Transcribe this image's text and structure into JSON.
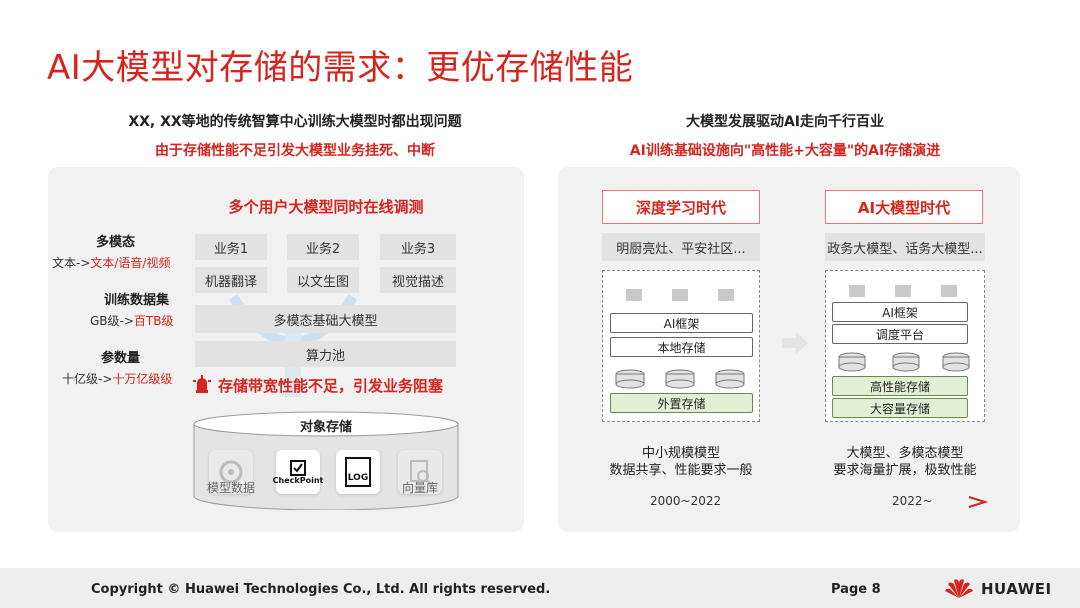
{
  "title": "AI大模型对存储的需求：更优存储性能",
  "left": {
    "heading": "XX, XX等地的传统智算中心训练大模型时都出现问题",
    "subheading": "由于存储性能不足引发大模型业务挂死、中断",
    "panel_title": "多个用户大模型同时在线调测",
    "labels": {
      "multimodal": "多模态",
      "multimodal_detail_prefix": "文本->",
      "multimodal_detail_red": "文本/语音/视频",
      "dataset": "训练数据集",
      "dataset_detail_prefix": "GB级->",
      "dataset_detail_red": "百TB级",
      "params": "参数量",
      "params_detail_prefix": "十亿级->",
      "params_detail_red": "十万亿级级"
    },
    "services": [
      "业务1",
      "业务2",
      "业务3"
    ],
    "apps": [
      "机器翻译",
      "以文生图",
      "视觉描述"
    ],
    "foundation": "多模态基础大模型",
    "compute": "算力池",
    "alert": "存储带宽性能不足，引发业务阻塞",
    "storage_title": "对象存储",
    "storage_items": [
      {
        "label": "模型数据",
        "icon": "model-data-icon"
      },
      {
        "label": "CheckPoint",
        "icon": "checkpoint-icon"
      },
      {
        "label": "LOG",
        "icon": "log-icon"
      },
      {
        "label": "向量库",
        "icon": "vector-db-icon"
      }
    ]
  },
  "right": {
    "heading": "大模型发展驱动AI走向千行百业",
    "subheading": "AI训练基础设施向\"高性能+大容量\"的AI存储演进",
    "eras": [
      {
        "name": "深度学习时代",
        "examples": "明厨亮灶、平安社区...",
        "layers": [
          "AI框架",
          "本地存储"
        ],
        "bottom": [
          "外置存储"
        ],
        "caption_line1": "中小规模模型",
        "caption_line2": "数据共享、性能要求一般",
        "period": "2000~2022"
      },
      {
        "name": "AI大模型时代",
        "examples": "政务大模型、话务大模型...",
        "layers": [
          "AI框架",
          "调度平台"
        ],
        "bottom": [
          "高性能存储",
          "大容量存储"
        ],
        "caption_line1": "大模型、多模态模型",
        "caption_line2": "要求海量扩展，极致性能",
        "period": "2022~"
      }
    ]
  },
  "footer": {
    "copyright": "Copyright © Huawei Technologies Co., Ltd. All rights reserved.",
    "page": "Page 8",
    "brand": "HUAWEI"
  },
  "colors": {
    "accent": "#d6241e",
    "panel": "#f1f1f1",
    "cell": "#e2e2e2",
    "green": "#e3efd5"
  }
}
